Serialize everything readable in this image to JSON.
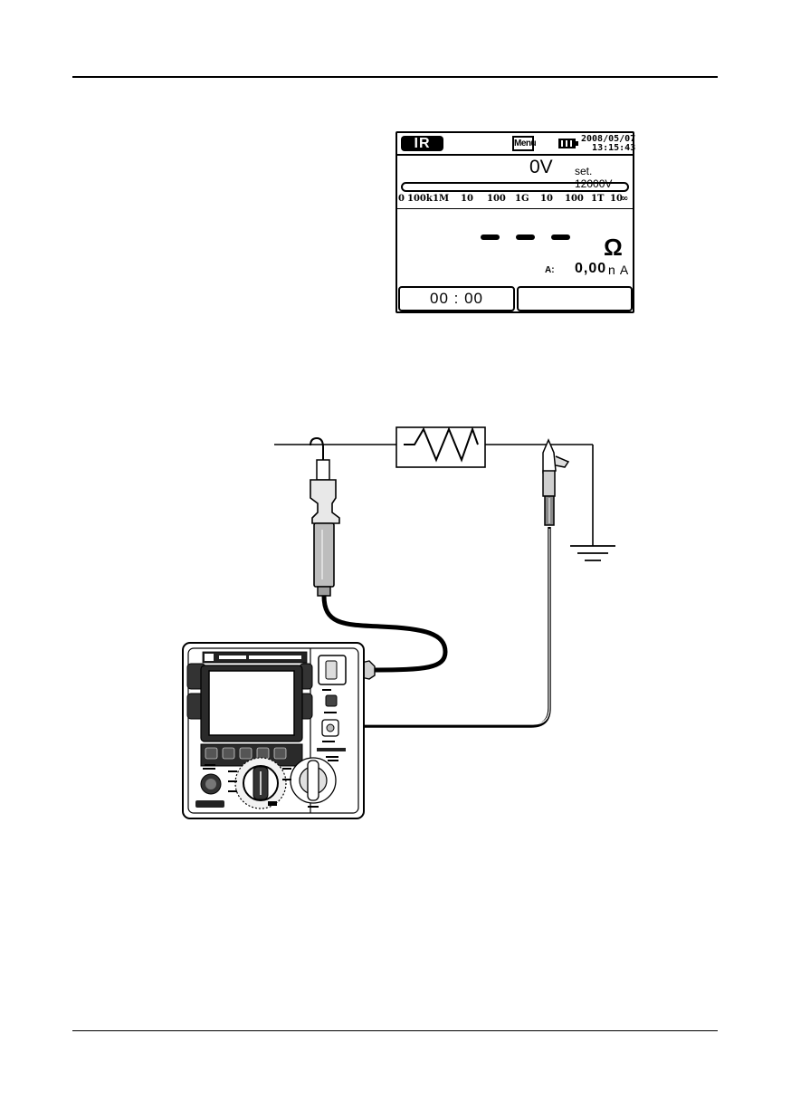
{
  "lcd": {
    "mode_label": "IR",
    "menu_label": "Menu",
    "date": "2008/05/07",
    "time": "13:15:43",
    "voltage": "0V",
    "set_voltage": "set. 12000V",
    "scale_labels": [
      "0",
      "100k",
      "1M",
      "10",
      "100",
      "1G",
      "10",
      "100",
      "1T",
      "10",
      "∞"
    ],
    "reading_unit": "Ω",
    "current_label": "A:",
    "current_value": "0,00",
    "current_unit": "n A",
    "timer": "00 : 00",
    "icons": [
      "battery-icon",
      "dash-placeholder-icon"
    ]
  },
  "diagram": {
    "icons": [
      "resistor-icon",
      "ground-icon",
      "hook-probe-icon",
      "alligator-clip-icon",
      "insulation-tester-icon"
    ]
  }
}
